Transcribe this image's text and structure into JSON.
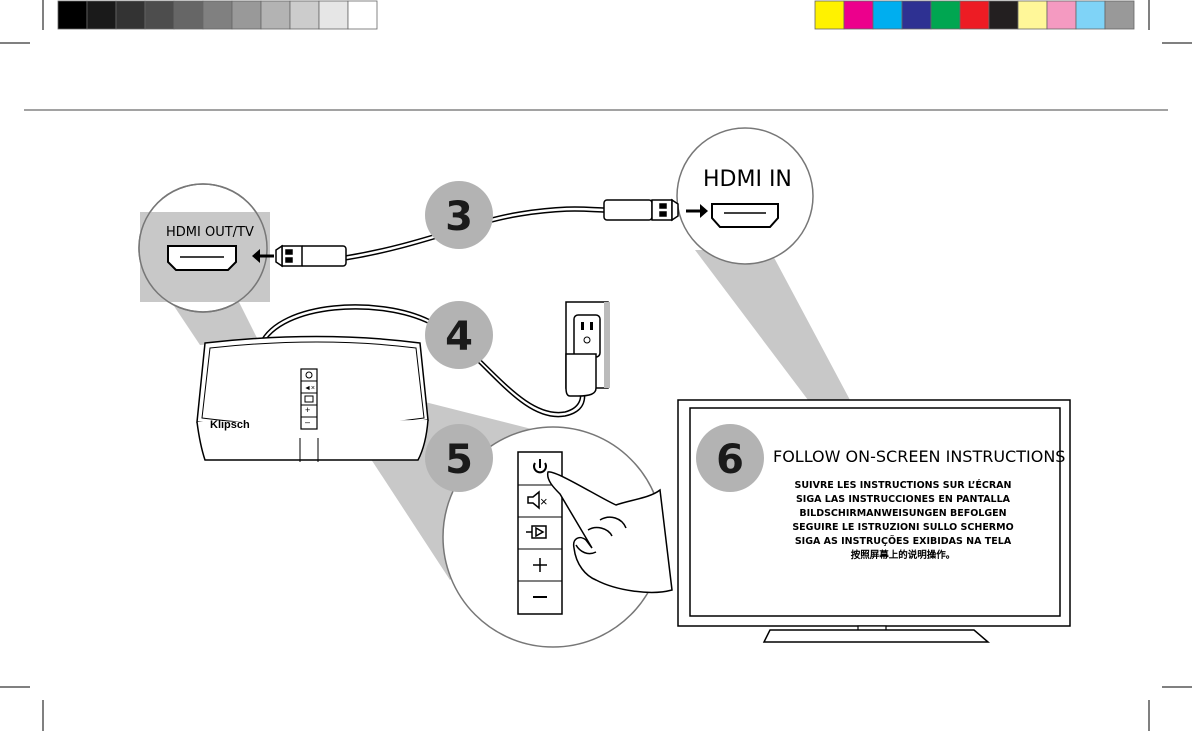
{
  "color_bars": {
    "grayscale": [
      "#000000",
      "#1a1a1a",
      "#333333",
      "#4d4d4d",
      "#666666",
      "#808080",
      "#999999",
      "#b3b3b3",
      "#cccccc",
      "#e6e6e6",
      "#ffffff"
    ],
    "process": [
      "#fff200",
      "#ec008c",
      "#00aeef",
      "#2e3192",
      "#00a651",
      "#ed1c24",
      "#231f20",
      "#fff799",
      "#f49ac1",
      "#7fd3f7",
      "#999999"
    ]
  },
  "steps": {
    "step3": "3",
    "step4": "4",
    "step5": "5",
    "step6": "6"
  },
  "labels": {
    "hdmi_out": "HDMI OUT/TV",
    "hdmi_in": "HDMI IN",
    "brand": "Klipsch"
  },
  "tv": {
    "headline": "FOLLOW ON-SCREEN INSTRUCTIONS",
    "lines": [
      "SUIVRE LES INSTRUCTIONS SUR L’ÉCRAN",
      "SIGA LAS INSTRUCCIONES EN PANTALLA",
      "BILDSCHIRMANWEISUNGEN BEFOLGEN",
      "SEGUIRE LE ISTRUZIONI SULLO SCHERMO",
      "SIGA AS INSTRUÇÕES EXIBIDAS NA TELA",
      "按照屏幕上的说明操作。"
    ]
  },
  "icons": [
    "power-icon",
    "mute-icon",
    "input-icon",
    "volume-up-icon",
    "volume-down-icon",
    "hand-icon",
    "outlet-icon",
    "plug-icon",
    "hdmi-port-icon",
    "arrow-icon"
  ]
}
